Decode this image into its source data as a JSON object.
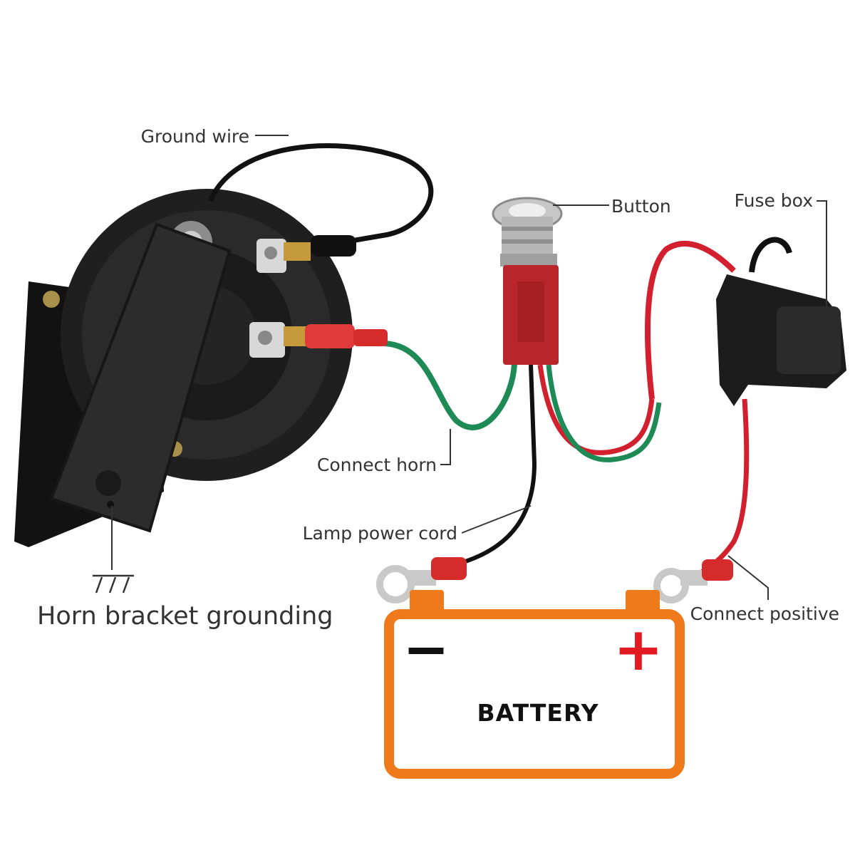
{
  "labels": {
    "ground_wire": "Ground wire",
    "button": "Button",
    "fuse_box": "Fuse box",
    "connect_horn": "Connect horn",
    "lamp_power_cord": "Lamp power cord",
    "connect_positive": "Connect positive",
    "horn_bracket_grounding": "Horn bracket grounding"
  },
  "battery": {
    "title": "BATTERY",
    "negative_symbol": "−",
    "positive_symbol": "+"
  },
  "colors": {
    "battery_outline": "#ee7a1b",
    "positive_sign": "#e21a22",
    "negative_sign": "#111111",
    "wire_green": "#1e8a55",
    "wire_red": "#d2202e",
    "wire_black": "#111111",
    "connector_red": "#b8262a",
    "terminal_metal": "#c9c9c9",
    "horn_body": "#1c1c1c",
    "callout_line": "#333333"
  },
  "icons": [
    "horn",
    "push-button-switch",
    "fuse-holder",
    "battery",
    "ground-symbol",
    "ring-terminal",
    "spade-connector"
  ]
}
